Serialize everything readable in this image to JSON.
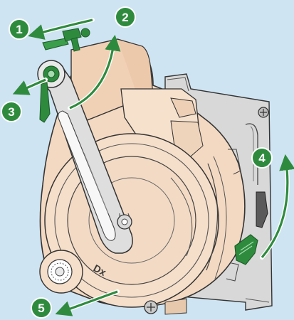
{
  "figure": {
    "background_color": "#cfe4f2",
    "accent_color": "#2e8b3e",
    "part_color": "#f3d9c2",
    "bracket_color": "#d3d3d3",
    "molded_marking": "Dx",
    "steps": [
      {
        "number": "1",
        "icon": "number-badge"
      },
      {
        "number": "2",
        "icon": "number-badge"
      },
      {
        "number": "3",
        "icon": "number-badge"
      },
      {
        "number": "4",
        "icon": "number-badge"
      },
      {
        "number": "5",
        "icon": "number-badge"
      }
    ]
  }
}
